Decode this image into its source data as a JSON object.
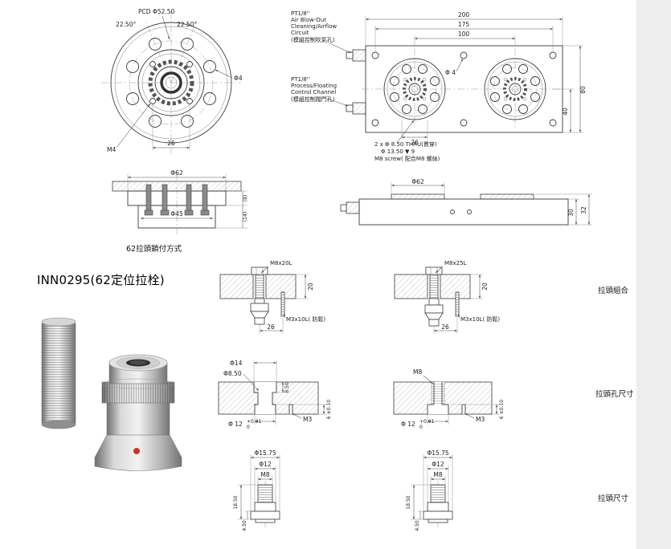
{
  "product": {
    "title": "INN0295(62定位拉栓)"
  },
  "front_view": {
    "pcd": "PCD Φ52.50",
    "angle_left": "22.50°",
    "angle_right": "22.50°",
    "hole_dia": "Φ4",
    "thread": "M4",
    "hole_spacing": "26"
  },
  "plate_view": {
    "d200": "200",
    "d175": "175",
    "d100": "100",
    "hole_dia": "Φ 4",
    "d80": "80",
    "d40": "40",
    "d26": "26",
    "port1": [
      "PT1/8''",
      "Air Blow-Out",
      "Cleaning/Airflow",
      "Circuit",
      "(模組控制吹氣孔)"
    ],
    "port2": [
      "PT1/8''",
      "Process/Floating",
      "Control Channel",
      "(模組控制閥門孔)"
    ],
    "note": [
      "2 x Φ 8.50 THRU(貫穿)",
      "Φ 13.50 ▼ 9",
      "M8 screw( 配合M8 螺絲)"
    ]
  },
  "flange_side_view": {
    "dia_outer": "Φ62",
    "dia_inner": "Φ45",
    "ref_top": "(8)",
    "ref_bottom": "(14)",
    "caption": "62拉頭鎖付方式"
  },
  "plate_side_view": {
    "dia": "Φ62",
    "d32": "32",
    "d30": "30"
  },
  "assembly_view": {
    "stud_left": "M8x20L",
    "stud_right": "M8x25L",
    "pin": "M3x10L( 防鬆)",
    "d26": "26",
    "d20": "20",
    "caption": "拉頭組合"
  },
  "hole_view": {
    "dia14": "Φ14",
    "dia850": "Φ8.50",
    "depth850": "8.50",
    "m8": "M8",
    "dia12": "Φ 12",
    "tol_plus": "+0.01",
    "tol_zero": "0",
    "depth6": "6 ±0.10",
    "m3": "M3",
    "caption": "拉頭孔尺寸"
  },
  "stud_view": {
    "dia_flange": "Φ15.75",
    "dia_body": "Φ12",
    "thread": "M8",
    "h_total": "18.50",
    "h_flange": "4.50",
    "caption": "拉頭尺寸"
  }
}
